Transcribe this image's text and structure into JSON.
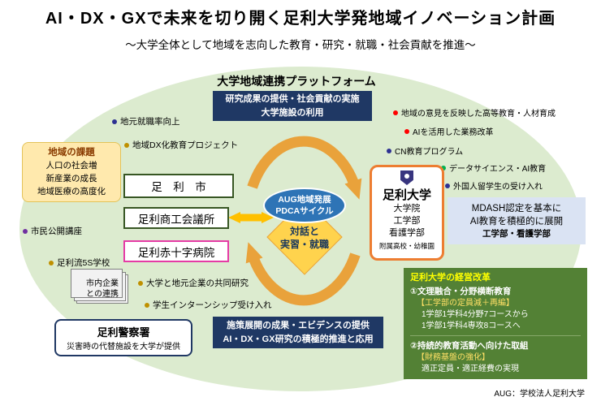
{
  "header": {
    "title": "AI・DX・GXで未来を切り開く足利大学発地域イノベーション計画",
    "subtitle": "～大学全体として地域を志向した教育・研究・就職・社会貢献を推進～"
  },
  "platform": {
    "label": "大学地域連携プラットフォーム"
  },
  "top_banner": {
    "lines": [
      "研究成果の提供・社会貢献の実施",
      "大学施設の利用"
    ],
    "bg": "#1f3864"
  },
  "bottom_banner": {
    "lines": [
      "施策展開の成果・エビデンスの提供",
      "AI・DX・GX研究の積極的推進と応用"
    ],
    "bg": "#1f3864"
  },
  "issues_box": {
    "title": "地域の課題",
    "lines": [
      "人口の社会増",
      "新産業の成長",
      "地域医療の高度化"
    ],
    "bg": "#ffe9ad"
  },
  "partners": [
    {
      "label": "足　利　市",
      "border": "#375623"
    },
    {
      "label": "足利商工会議所",
      "border": "#375623"
    },
    {
      "label": "足利赤十字病院",
      "border": "#e53ba5"
    }
  ],
  "companies_box": {
    "lines": [
      "市内企業",
      "との連携"
    ]
  },
  "police_box": {
    "title": "足利警察署",
    "subtitle": "災害時の代替施設を大学が提供"
  },
  "bullets": {
    "left": [
      {
        "label": "地元就職率向上",
        "color": "#2e3192"
      },
      {
        "label": "地域DX化教育プロジェクト",
        "color": "#bf9000"
      },
      {
        "label": "市民公開講座",
        "color": "#7030a0"
      },
      {
        "label": "足利流5S学校",
        "color": "#bf9000"
      },
      {
        "label": "大学と地元企業の共同研究",
        "color": "#bf9000"
      },
      {
        "label": "学生インターンシップ受け入れ",
        "color": "#bf9000"
      }
    ],
    "right": [
      {
        "label": "地域の意見を反映した高等教育・人材育成",
        "color": "#ff0000"
      },
      {
        "label": "AIを活用した業務改革",
        "color": "#ff0000"
      },
      {
        "label": "CN教育プログラム",
        "color": "#2e3192"
      },
      {
        "label": "データサイエンス・AI教育",
        "color": "#00b050"
      },
      {
        "label": "外国人留学生の受け入れ",
        "color": "#2e3192"
      }
    ]
  },
  "cycle": {
    "ellipse_lines": [
      "AUG地域発展",
      "PDCAサイクル"
    ],
    "diamond_lines": [
      "対話と",
      "実習・就職"
    ],
    "arrow_color": "#e9a23b",
    "connector_color": "#ffc000",
    "ellipse_bg": "#2e74b6",
    "diamond_bg": "#ffd34d"
  },
  "university": {
    "name": "足利大学",
    "faculties": [
      "大学院",
      "工学部",
      "看護学部"
    ],
    "affiliate": "附属高校・幼稚園",
    "border": "#ed7d31"
  },
  "mdash_box": {
    "lines": [
      "MDASH認定を基本に",
      "AI教育を積極的に展開"
    ],
    "bold_line": "工学部・看護学部",
    "bg": "#dae3f3"
  },
  "management_box": {
    "title": "足利大学の経営改革",
    "item1_title": "①文理融合・分野横断教育",
    "item1_sub": "【工学部の定員減＋再編】",
    "item1_lines": [
      "1学部1学科4分野7コースから",
      "1学部1学科4専攻8コースへ"
    ],
    "item2_title": "②持続的教育活動へ向けた取組",
    "item2_sub": "【財務基盤の強化】",
    "item2_line": "適正定員・適正経費の実現",
    "bg": "#538135"
  },
  "footnote": "AUG：学校法人足利大学"
}
